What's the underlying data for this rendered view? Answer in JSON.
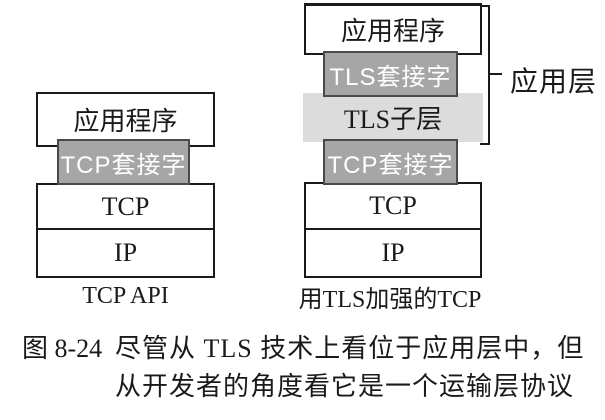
{
  "diagram": {
    "left_stack": {
      "app_label": "应用程序",
      "tcp_socket_label": "TCP套接字",
      "tcp_label": "TCP",
      "ip_label": "IP",
      "caption": "TCP API"
    },
    "right_stack": {
      "app_label": "应用程序",
      "tls_socket_label": "TLS套接字",
      "tls_sublayer_label": "TLS子层",
      "tcp_socket_label": "TCP套接字",
      "tcp_label": "TCP",
      "ip_label": "IP",
      "caption": "用TLS加强的TCP"
    },
    "bracket_label": "应用层",
    "colors": {
      "socket_fill": "#a6a6a6",
      "sublayer_fill": "#dcdcdc",
      "box_border": "#1a1a1a",
      "socket_text": "#ffffff"
    }
  },
  "figure_caption": {
    "number": "图 8-24",
    "line1": "尽管从 TLS 技术上看位于应用层中，但",
    "line2": "从开发者的角度看它是一个运输层协议"
  }
}
